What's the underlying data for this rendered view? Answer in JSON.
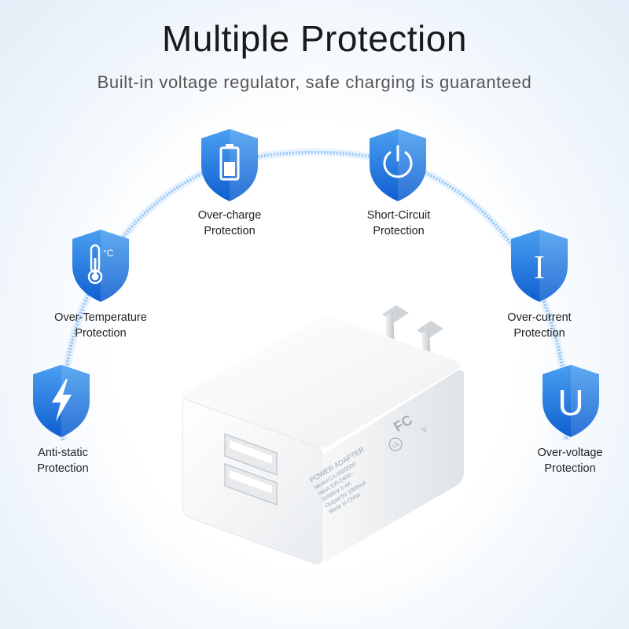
{
  "header": {
    "title": "Multiple Protection",
    "subtitle": "Built-in voltage regulator, safe charging is guaranteed"
  },
  "features": [
    {
      "id": "over-charge",
      "icon": "battery-icon",
      "line1": "Over-charge",
      "line2": "Protection"
    },
    {
      "id": "short-circuit",
      "icon": "power-icon",
      "line1": "Short-Circuit",
      "line2": "Protection"
    },
    {
      "id": "over-temperature",
      "icon": "thermometer-icon",
      "icon_text": "°C",
      "line1": "Over-Temperature",
      "line2": "Protection"
    },
    {
      "id": "over-current",
      "icon": "current-i-icon",
      "icon_text": "I",
      "line1": "Over-current",
      "line2": "Protection"
    },
    {
      "id": "anti-static",
      "icon": "lightning-icon",
      "line1": "Anti-static",
      "line2": "Protection"
    },
    {
      "id": "over-voltage",
      "icon": "voltage-u-icon",
      "icon_text": "U",
      "line1": "Over-voltage",
      "line2": "Protection"
    }
  ],
  "charger": {
    "label_lines": [
      "POWER ADAPTER",
      "Model:CA-0502000",
      "Input:100-240V~",
      "50/60Hz 0.4A",
      "Output:5V 2000mA",
      "Made in China"
    ],
    "marks": [
      "FC",
      "UL",
      "V"
    ]
  },
  "colors": {
    "shield_top": "#4a9ff0",
    "shield_bottom": "#0f5fd0",
    "arc": "#3f8fe6",
    "text": "#222222"
  }
}
